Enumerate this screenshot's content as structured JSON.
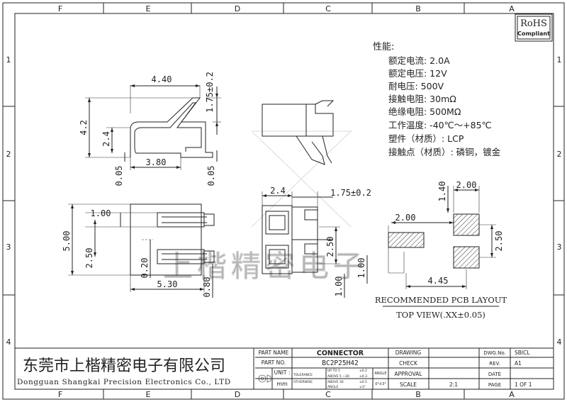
{
  "grid": {
    "columns": [
      "F",
      "E",
      "D",
      "C",
      "B",
      "A"
    ],
    "rows": [
      "1",
      "2",
      "3",
      "4"
    ]
  },
  "rohs": {
    "line1": "RoHS",
    "line2": "Compliant"
  },
  "specs": {
    "heading": "性能:",
    "items": [
      "额定电流: 2.0A",
      "额定电压: 12V",
      "耐电压: 500V",
      "接触电阻: 30mΩ",
      "绝缘电阻: 500MΩ",
      "工作温度: -40℃～+85℃",
      "塑件（材质）: LCP",
      "接触点（材质）: 磷铜，镀金"
    ]
  },
  "dims": {
    "side_top_width": "4.40",
    "side_top_height": "1.75±0.2",
    "side_height": "4.2",
    "side_inner_height": "2.4",
    "side_base_width": "3.80",
    "side_left_thk": "0.05",
    "side_right_thk": "0.05",
    "bottom_pitch": "1.00",
    "bottom_total": "5.00",
    "bottom_pin": "2.50",
    "bottom_gap": "0.20",
    "bottom_width": "5.30",
    "bottom_tail": "0.80",
    "front_width": "2.4",
    "front_height": "1.75±0.2",
    "front_pitch": "2.50",
    "front_lower": "1.00",
    "front_foot": "1.00",
    "pcb_top": "2.00",
    "pcb_height": "1.40",
    "pcb_left": "2.00",
    "pcb_pitch": "2.50",
    "pcb_span": "4.45"
  },
  "pcb_caption": {
    "title": "RECOMMENDED PCB LAYOUT",
    "subtitle": "TOP VIEW(.XX±0.05)"
  },
  "watermark": "上楷精密电子",
  "company": {
    "cn": "东莞市上楷精密电子有限公司",
    "en": "Dongguan Shangkai Precision Electronics Co., LTD"
  },
  "title_block": {
    "part_name_label": "PART NAME",
    "part_name": "CONNECTOR",
    "part_no_label": "PART NO.",
    "part_no": "BC2P25H42",
    "unit_label": "UNIT :",
    "unit": "mm",
    "tolerance_label": "TOLERANCE",
    "otherwise_label": "OTHERWISE",
    "tol_rows": [
      [
        "UP TO 5",
        "±0.2"
      ],
      [
        "ABOVE 5 ~30",
        "±0.3"
      ],
      [
        "ABOVE 30",
        "±0.5"
      ],
      [
        "ANGLE",
        "±3°"
      ]
    ],
    "angle_label": "ANGLE",
    "angle_value": "0°±3°",
    "drawing_label": "DRAWING",
    "check_label": "CHECK",
    "approval_label": "APPROVAL",
    "scale_label": "SCALE",
    "scale": "2:1",
    "dwg_label": "DWG.No.",
    "dwg": "SBICL",
    "rev_label": "REV.",
    "rev": "A1",
    "date_label": "DATE",
    "page_label": "PAGE",
    "page": "1 OF 1"
  },
  "colors": {
    "line": "#222222",
    "watermark": "#9a9a9a"
  }
}
